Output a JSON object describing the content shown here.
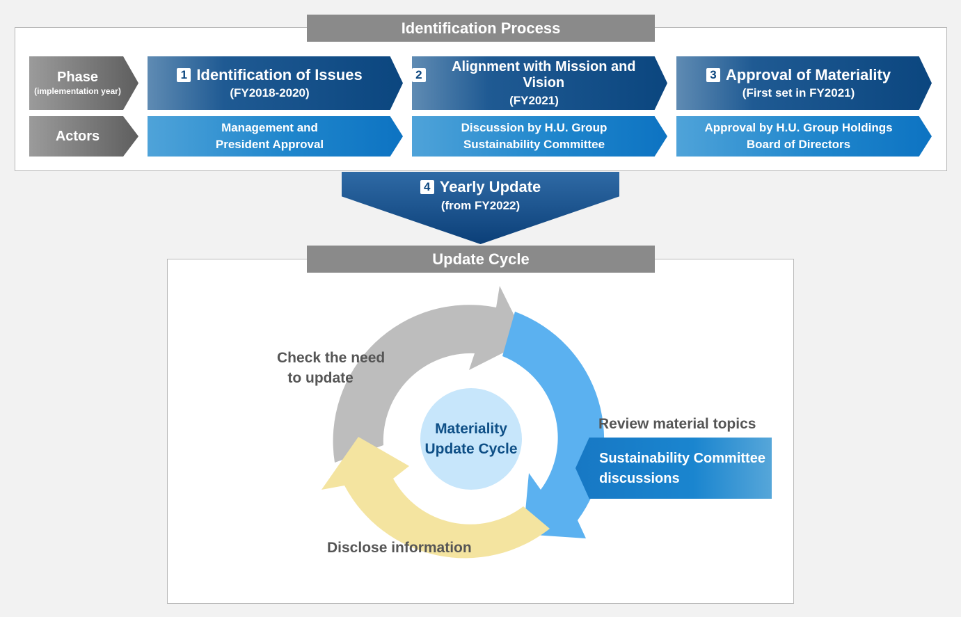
{
  "identification": {
    "title": "Identification Process",
    "row_labels": {
      "phase": "Phase",
      "phase_sub": "(implementation year)",
      "actors": "Actors"
    },
    "phases": [
      {
        "num": "1",
        "title": "Identification of Issues",
        "period": "(FY2018-2020)",
        "actor_line1": "Management and",
        "actor_line2": "President Approval"
      },
      {
        "num": "2",
        "title": "Alignment with Mission and Vision",
        "period": "(FY2021)",
        "actor_line1": "Discussion by H.U. Group",
        "actor_line2": "Sustainability Committee"
      },
      {
        "num": "3",
        "title": "Approval of Materiality",
        "period": "(First set in FY2021)",
        "actor_line1": "Approval by H.U. Group Holdings",
        "actor_line2": "Board of Directors"
      }
    ]
  },
  "yearly_update": {
    "num": "4",
    "title": "Yearly Update",
    "period": "(from FY2022)"
  },
  "update_cycle": {
    "title": "Update Cycle",
    "center_line1": "Materiality",
    "center_line2": "Update Cycle",
    "steps": {
      "check_line1": "Check the need",
      "check_line2": "to update",
      "review": "Review material topics",
      "committee_line1": "Sustainability Committee",
      "committee_line2": "discussions",
      "disclose": "Disclose information"
    },
    "colors": {
      "gray": "#bdbdbd",
      "blue": "#5bb1f0",
      "yellow": "#f4e4a0"
    }
  }
}
